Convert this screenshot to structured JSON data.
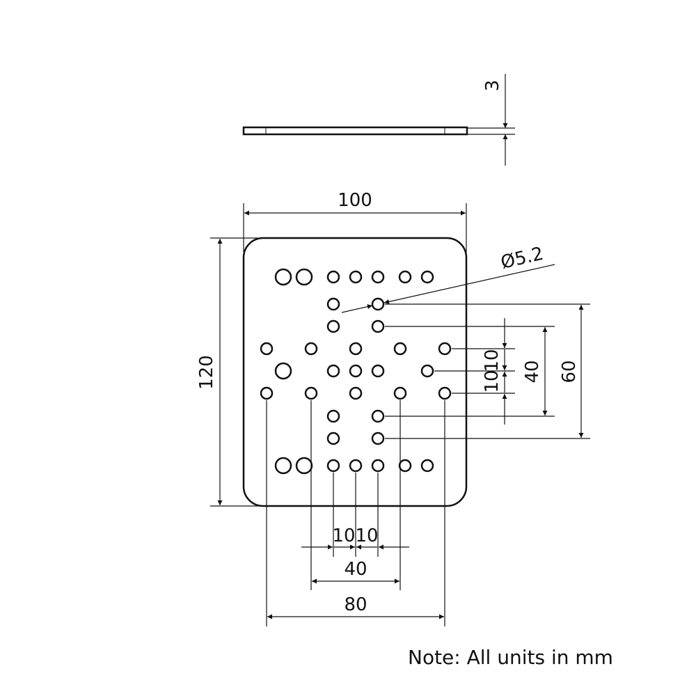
{
  "drawing": {
    "title": "Mounting plate technical drawing",
    "stroke_color": "#111111",
    "background": "#ffffff"
  },
  "side_view": {
    "thickness_label": "3"
  },
  "plate": {
    "width_label": "100",
    "height_label": "120",
    "hole_diameter_label": "Ø5.2"
  },
  "dimensions": {
    "right": {
      "pitch_a_label": "10",
      "pitch_b_label": "10",
      "span_40_label": "40",
      "span_60_label": "60"
    },
    "bottom": {
      "pitch_a_label": "10",
      "pitch_b_label": "10",
      "span_40_label": "40",
      "span_80_label": "80"
    }
  },
  "note": "Note: All units in mm"
}
